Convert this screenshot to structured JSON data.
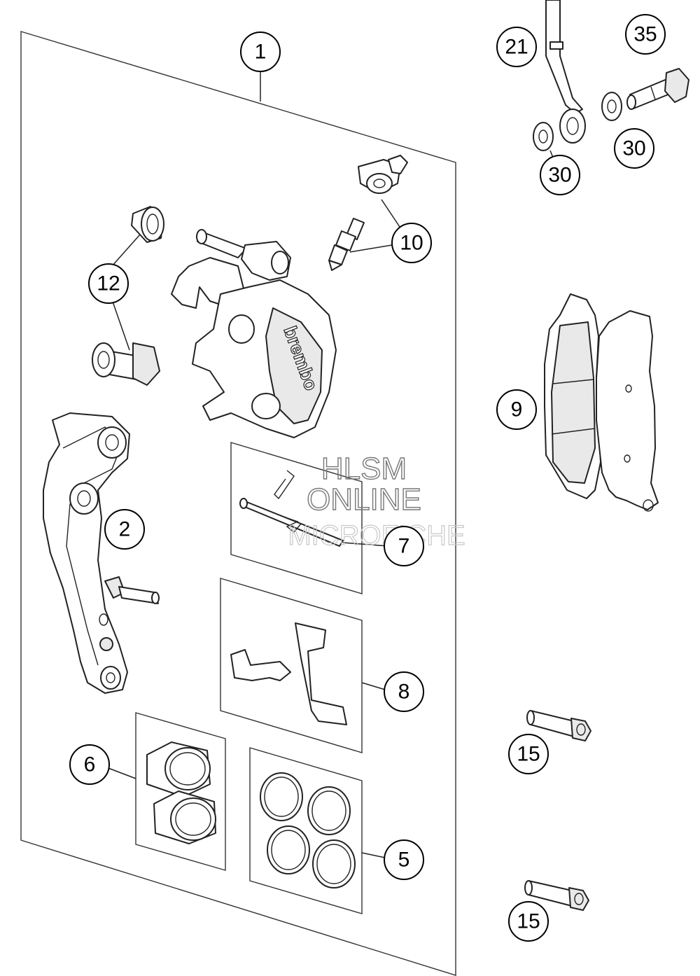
{
  "watermark": {
    "line1": "HLSM",
    "line2": "ONLINE",
    "line3": "MICROFICHE"
  },
  "callouts": [
    {
      "id": "c1",
      "label": "1"
    },
    {
      "id": "c2",
      "label": "2"
    },
    {
      "id": "c5",
      "label": "5"
    },
    {
      "id": "c6",
      "label": "6"
    },
    {
      "id": "c7",
      "label": "7"
    },
    {
      "id": "c8",
      "label": "8"
    },
    {
      "id": "c9",
      "label": "9"
    },
    {
      "id": "c10",
      "label": "10"
    },
    {
      "id": "c12",
      "label": "12"
    },
    {
      "id": "c15a",
      "label": "15"
    },
    {
      "id": "c15b",
      "label": "15"
    },
    {
      "id": "c21",
      "label": "21"
    },
    {
      "id": "c30a",
      "label": "30"
    },
    {
      "id": "c30b",
      "label": "30"
    },
    {
      "id": "c35",
      "label": "35"
    }
  ],
  "caliper_brand_text": "brembo"
}
